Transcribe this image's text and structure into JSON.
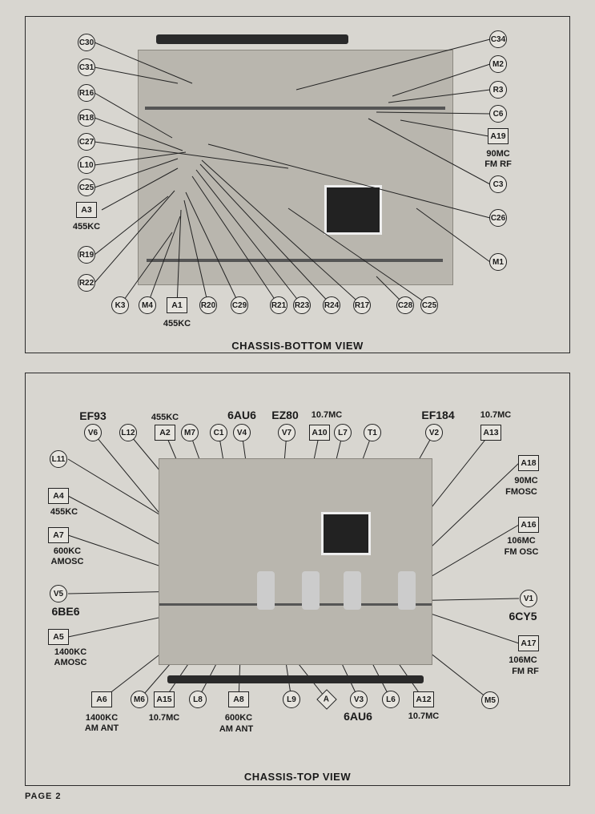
{
  "bottom": {
    "title": "CHASSIS-BOTTOM VIEW",
    "labels": {
      "C30": "C30",
      "C31": "C31",
      "R16": "R16",
      "R18": "R18",
      "C27": "C27",
      "L10": "L10",
      "C25a": "C25",
      "A3": "A3",
      "R19": "R19",
      "R22": "R22",
      "K3": "K3",
      "M4": "M4",
      "A1": "A1",
      "R20": "R20",
      "C29": "C29",
      "R21": "R21",
      "R23": "R23",
      "R24": "R24",
      "R17": "R17",
      "C28": "C28",
      "C25b": "C25",
      "C34": "C34",
      "M2": "M2",
      "R3": "R3",
      "C6": "C6",
      "A19": "A19",
      "C3": "C3",
      "C26": "C26",
      "M1": "M1"
    },
    "notes": {
      "a3": "455KC",
      "a1": "455KC",
      "a19_1": "90MC",
      "a19_2": "FM RF"
    }
  },
  "top": {
    "title": "CHASSIS-TOP VIEW",
    "tubes": {
      "ef93": "EF93",
      "6au6a": "6AU6",
      "ez80": "EZ80",
      "ef184": "EF184",
      "6be6": "6BE6",
      "6cy5": "6CY5",
      "6au6b": "6AU6"
    },
    "labels": {
      "V6": "V6",
      "L12": "L12",
      "A2": "A2",
      "M7": "M7",
      "C1": "C1",
      "V4": "V4",
      "V7": "V7",
      "A10": "A10",
      "L7": "L7",
      "T1": "T1",
      "V2": "V2",
      "A13": "A13",
      "L11": "L11",
      "A4": "A4",
      "A7": "A7",
      "V5": "V5",
      "A5": "A5",
      "A18": "A18",
      "A16": "A16",
      "V1": "V1",
      "A17": "A17",
      "M5": "M5",
      "A6": "A6",
      "M6": "M6",
      "A15": "A15",
      "L8": "L8",
      "A8": "A8",
      "L9": "L9",
      "A": "A",
      "V3": "V3",
      "L6": "L6",
      "A12": "A12"
    },
    "notes": {
      "a2": "455KC",
      "a10": "10.7MC",
      "a13": "10.7MC",
      "a4": "455KC",
      "a7_1": "600KC",
      "a7_2": "AMOSC",
      "a5_1": "1400KC",
      "a5_2": "AMOSC",
      "a18_1": "90MC",
      "a18_2": "FMOSC",
      "a16_1": "106MC",
      "a16_2": "FM OSC",
      "a17_1": "106MC",
      "a17_2": "FM RF",
      "a6_1": "1400KC",
      "a6_2": "AM ANT",
      "a15": "10.7MC",
      "a8_1": "600KC",
      "a8_2": "AM ANT",
      "a12": "10.7MC"
    }
  },
  "page": {
    "number": "PAGE 2"
  }
}
